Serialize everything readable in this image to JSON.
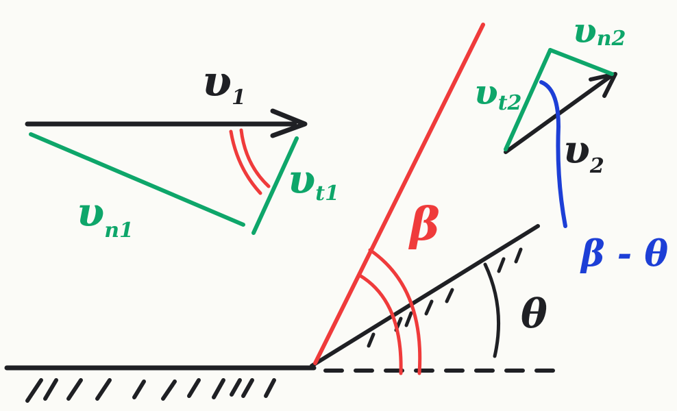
{
  "colors": {
    "black": "#1f2024",
    "green": "#0ea66a",
    "red": "#ef3b3b",
    "blue": "#1d3fd6"
  },
  "labels": {
    "v1": {
      "main": "υ",
      "sub": "1"
    },
    "vn1": {
      "main": "υ",
      "sub": "n1"
    },
    "vt1": {
      "main": "υ",
      "sub": "t1"
    },
    "beta": "β",
    "v2": {
      "main": "υ",
      "sub": "2"
    },
    "vn2": {
      "main": "υ",
      "sub": "n2"
    },
    "vt2": {
      "main": "υ",
      "sub": "t2"
    },
    "beta_minus_theta": "β - θ",
    "theta": "θ"
  }
}
